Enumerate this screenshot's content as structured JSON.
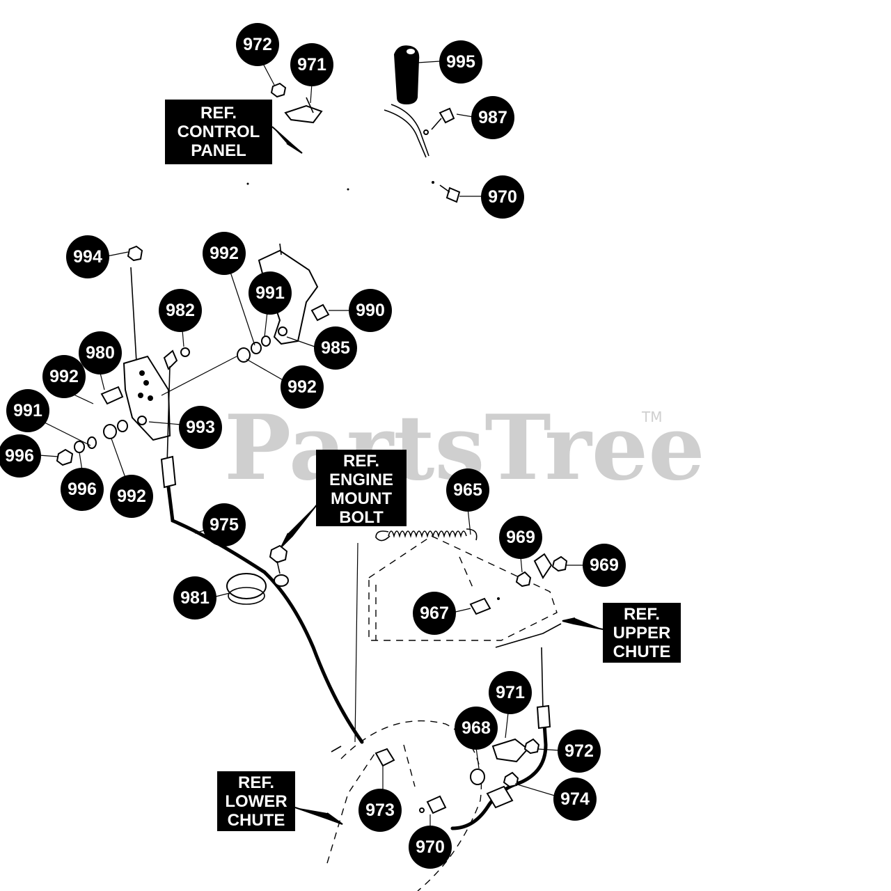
{
  "watermark": {
    "text": "PartsTree",
    "trademark": "TM"
  },
  "reference_labels": {
    "control_panel": [
      "REF.",
      "CONTROL",
      "PANEL"
    ],
    "engine_mount_bolt": [
      "REF.",
      "ENGINE",
      "MOUNT",
      "BOLT"
    ],
    "upper_chute": [
      "REF.",
      "UPPER",
      "CHUTE"
    ],
    "lower_chute": [
      "REF.",
      "LOWER",
      "CHUTE"
    ]
  },
  "callouts": [
    {
      "id": "c972a",
      "label": "972"
    },
    {
      "id": "c971a",
      "label": "971"
    },
    {
      "id": "c995",
      "label": "995"
    },
    {
      "id": "c987",
      "label": "987"
    },
    {
      "id": "c970a",
      "label": "970"
    },
    {
      "id": "c994",
      "label": "994"
    },
    {
      "id": "c992a",
      "label": "992"
    },
    {
      "id": "c991a",
      "label": "991"
    },
    {
      "id": "c990",
      "label": "990"
    },
    {
      "id": "c982",
      "label": "982"
    },
    {
      "id": "c985",
      "label": "985"
    },
    {
      "id": "c980",
      "label": "980"
    },
    {
      "id": "c992b",
      "label": "992"
    },
    {
      "id": "c992c",
      "label": "992"
    },
    {
      "id": "c991b",
      "label": "991"
    },
    {
      "id": "c993",
      "label": "993"
    },
    {
      "id": "c996a",
      "label": "996"
    },
    {
      "id": "c996b",
      "label": "996"
    },
    {
      "id": "c992d",
      "label": "992"
    },
    {
      "id": "c965",
      "label": "965"
    },
    {
      "id": "c975",
      "label": "975"
    },
    {
      "id": "c969a",
      "label": "969"
    },
    {
      "id": "c969b",
      "label": "969"
    },
    {
      "id": "c981",
      "label": "981"
    },
    {
      "id": "c967",
      "label": "967"
    },
    {
      "id": "c971b",
      "label": "971"
    },
    {
      "id": "c968",
      "label": "968"
    },
    {
      "id": "c972b",
      "label": "972"
    },
    {
      "id": "c974",
      "label": "974"
    },
    {
      "id": "c973",
      "label": "973"
    },
    {
      "id": "c970b",
      "label": "970"
    }
  ]
}
